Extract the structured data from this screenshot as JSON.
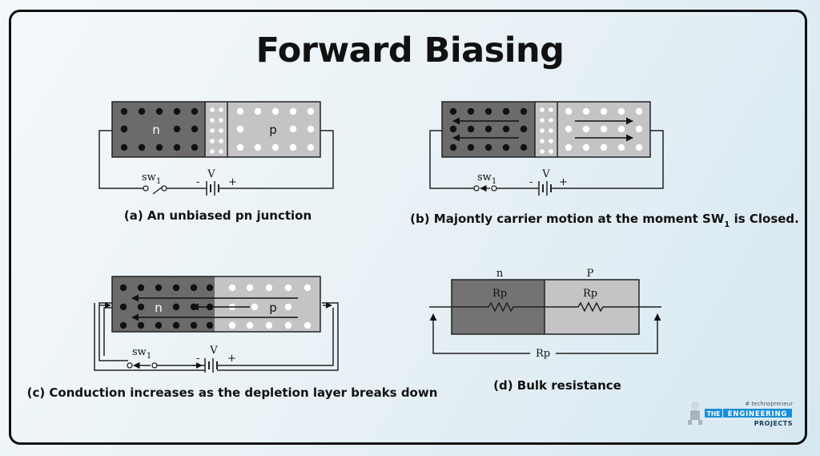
{
  "title": "Forward Biasing",
  "panels": {
    "a": {
      "caption": "(a) An unbiased pn junction",
      "n_label": "n",
      "p_label": "p",
      "switch_label": "sw",
      "switch_sub": "1",
      "voltage_label": "V",
      "minus": "-",
      "plus": "+"
    },
    "b": {
      "caption_prefix": "(b) Majontly carrier motion at the moment SW",
      "caption_sub": "1",
      "caption_suffix": " is Closed.",
      "switch_label": "sw",
      "switch_sub": "1",
      "voltage_label": "V",
      "minus": "-",
      "plus": "+"
    },
    "c": {
      "caption": "(c) Conduction increases as the depletion layer breaks down",
      "n_label": "n",
      "p_label": "p",
      "switch_label": "sw",
      "switch_sub": "1",
      "voltage_label": "V",
      "minus": "-",
      "plus": "+"
    },
    "d": {
      "caption": "(d) Bulk resistance",
      "n_label": "n",
      "p_label": "P",
      "rp_left": "Rp",
      "rp_right": "Rp",
      "rp_bottom": "Rp"
    }
  },
  "logo": {
    "tag": "# technopreneur",
    "the": "THE",
    "engineering": "ENGINEERING",
    "projects": "PROJECTS"
  },
  "colors": {
    "n_region": "#6b6b6b",
    "p_region": "#c4c4c6",
    "n_region_d": "#737373",
    "logo_blue": "#1a8fd6"
  }
}
